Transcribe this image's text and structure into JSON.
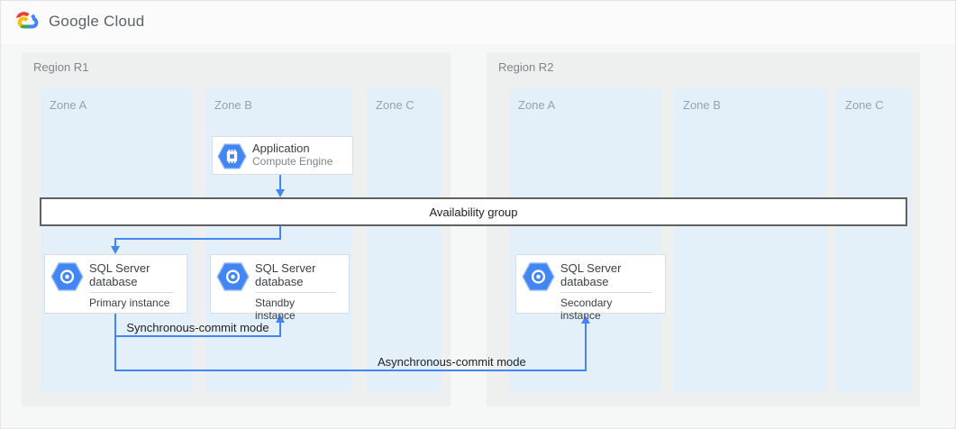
{
  "header": {
    "brand": {
      "google": "Google",
      "cloud": "Cloud"
    }
  },
  "regions": [
    {
      "label": "Region R1",
      "zones": [
        {
          "label": "Zone A"
        },
        {
          "label": "Zone B"
        },
        {
          "label": "Zone C"
        }
      ]
    },
    {
      "label": "Region R2",
      "zones": [
        {
          "label": "Zone A"
        },
        {
          "label": "Zone B"
        },
        {
          "label": "Zone C"
        }
      ]
    }
  ],
  "availability_bar": {
    "label": "Availability group"
  },
  "nodes": {
    "application": {
      "title": "Application",
      "subtitle": "Compute Engine"
    },
    "primary": {
      "title": "SQL Server database",
      "subtitle": "Primary instance"
    },
    "standby": {
      "title": "SQL Server database",
      "subtitle": "Standby instance"
    },
    "secondary": {
      "title": "SQL Server database",
      "subtitle": "Secondary instance"
    }
  },
  "edges": {
    "sync": {
      "label": "Synchronous-commit mode"
    },
    "async": {
      "label": "Asynchronous-commit mode"
    }
  },
  "colors": {
    "accent_blue": "#4285f4",
    "zone_bg": "#e3f0fa",
    "region_bg": "#eeefef",
    "bar_border": "#616161",
    "logo_red": "#ea4335",
    "logo_blue": "#4285f4",
    "logo_green": "#34a853",
    "logo_yellow": "#fbbc05"
  }
}
